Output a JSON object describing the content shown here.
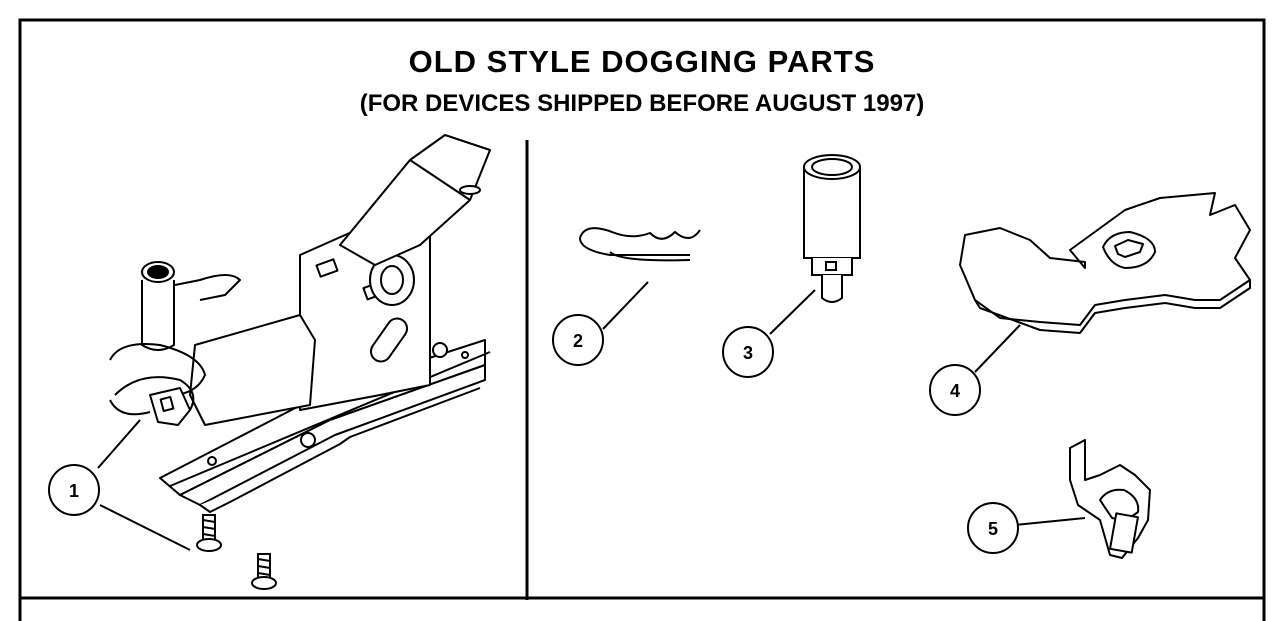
{
  "header": {
    "title": "OLD STYLE DOGGING PARTS",
    "subtitle": "(FOR DEVICES SHIPPED BEFORE AUGUST 1997)"
  },
  "callouts": [
    "1",
    "2",
    "3",
    "4",
    "5"
  ],
  "parts": [
    {
      "number": "1",
      "icon": "dogging-assembly-icon"
    },
    {
      "number": "1",
      "icon": "screw-icon"
    },
    {
      "number": "2",
      "icon": "hairpin-cotter-icon"
    },
    {
      "number": "3",
      "icon": "dogging-pin-icon"
    },
    {
      "number": "4",
      "icon": "dogging-plate-icon"
    },
    {
      "number": "5",
      "icon": "dogging-clip-icon"
    }
  ],
  "colors": {
    "line": "#000000",
    "background": "#ffffff"
  }
}
